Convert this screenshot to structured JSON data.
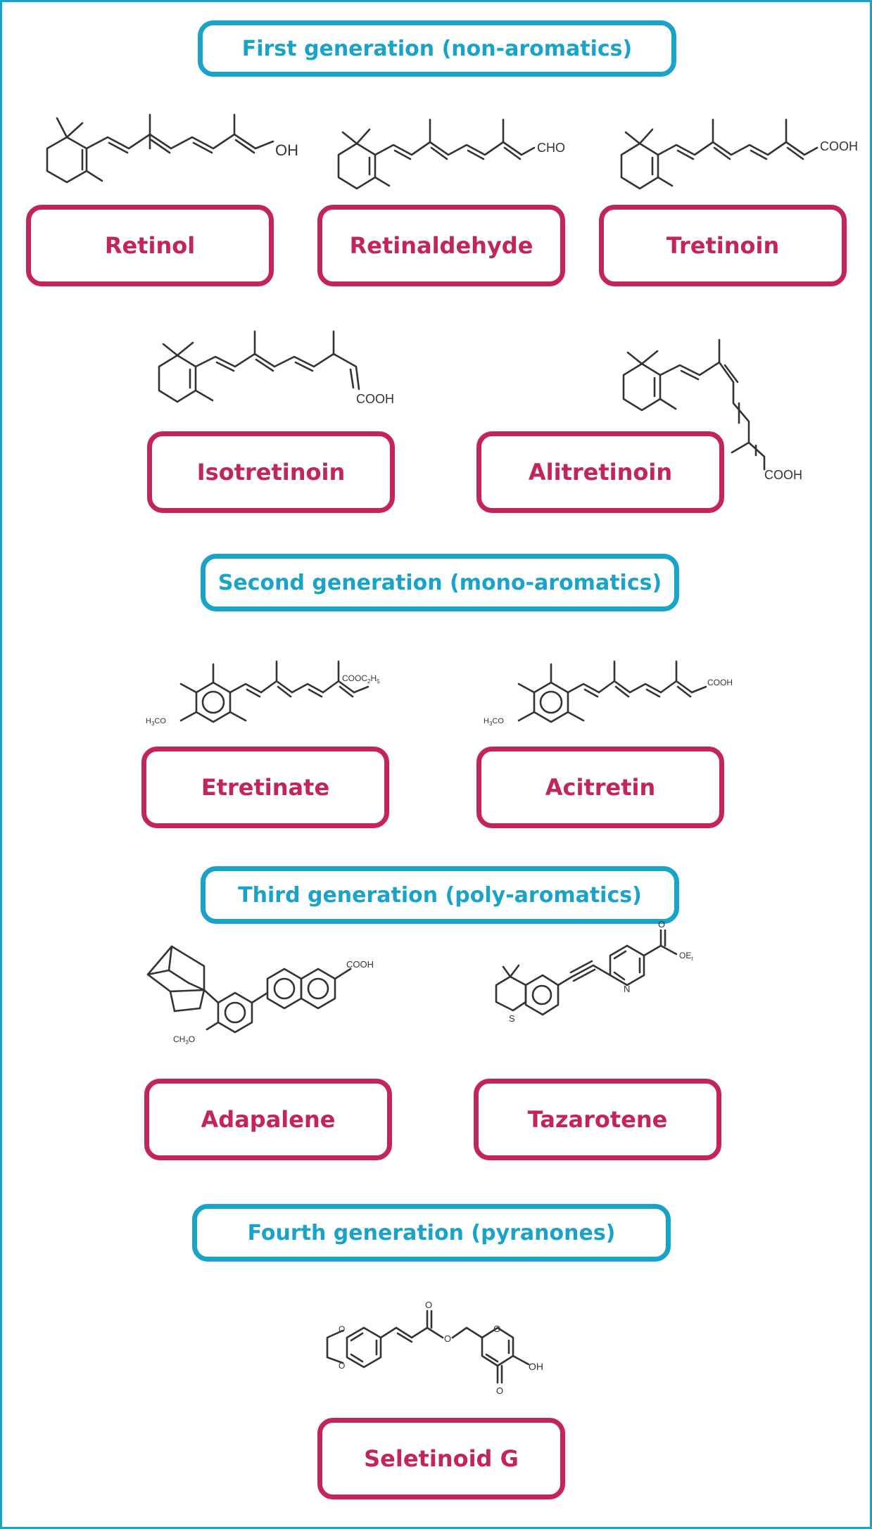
{
  "colors": {
    "generation_accent": "#1aa3c9",
    "drug_accent": "#c4245c"
  },
  "generations": [
    {
      "title": "First generation (non-aromatics)"
    },
    {
      "title": "Second generation (mono-aromatics)"
    },
    {
      "title": "Third generation (poly-aromatics)"
    },
    {
      "title": "Fourth generation (pyranones)"
    }
  ],
  "drugs": {
    "retinol": {
      "name": "Retinol",
      "group": "OH"
    },
    "retinaldehyde": {
      "name": "Retinaldehyde",
      "group": "CHO"
    },
    "tretinoin": {
      "name": "Tretinoin",
      "group": "COOH"
    },
    "isotretinoin": {
      "name": "Isotretinoin",
      "group": "COOH"
    },
    "alitretinoin": {
      "name": "Alitretinoin",
      "group": "COOH"
    },
    "etretinate": {
      "name": "Etretinate",
      "group": "COOC",
      "group_sub1": "2",
      "group_mid": "H",
      "group_sub2": "5",
      "methoxy": "H",
      "methoxy_sub": "3",
      "methoxy_end": "CO"
    },
    "acitretin": {
      "name": "Acitretin",
      "group": "COOH",
      "methoxy": "H",
      "methoxy_sub": "3",
      "methoxy_end": "CO"
    },
    "adapalene": {
      "name": "Adapalene",
      "group": "COOH",
      "methoxy": "CH",
      "methoxy_sub": "3",
      "methoxy_end": "O"
    },
    "tazarotene": {
      "name": "Tazarotene",
      "carbonyl": "O",
      "ester": "OE",
      "ester_sub": "t",
      "nitrogen": "N",
      "sulfur": "S"
    },
    "seletinoid_g": {
      "name": "Seletinoid G",
      "carbonyl_o": "O",
      "ester_o": "O",
      "ring_o": "O",
      "keto_o": "O",
      "hydroxyl": "OH"
    }
  }
}
